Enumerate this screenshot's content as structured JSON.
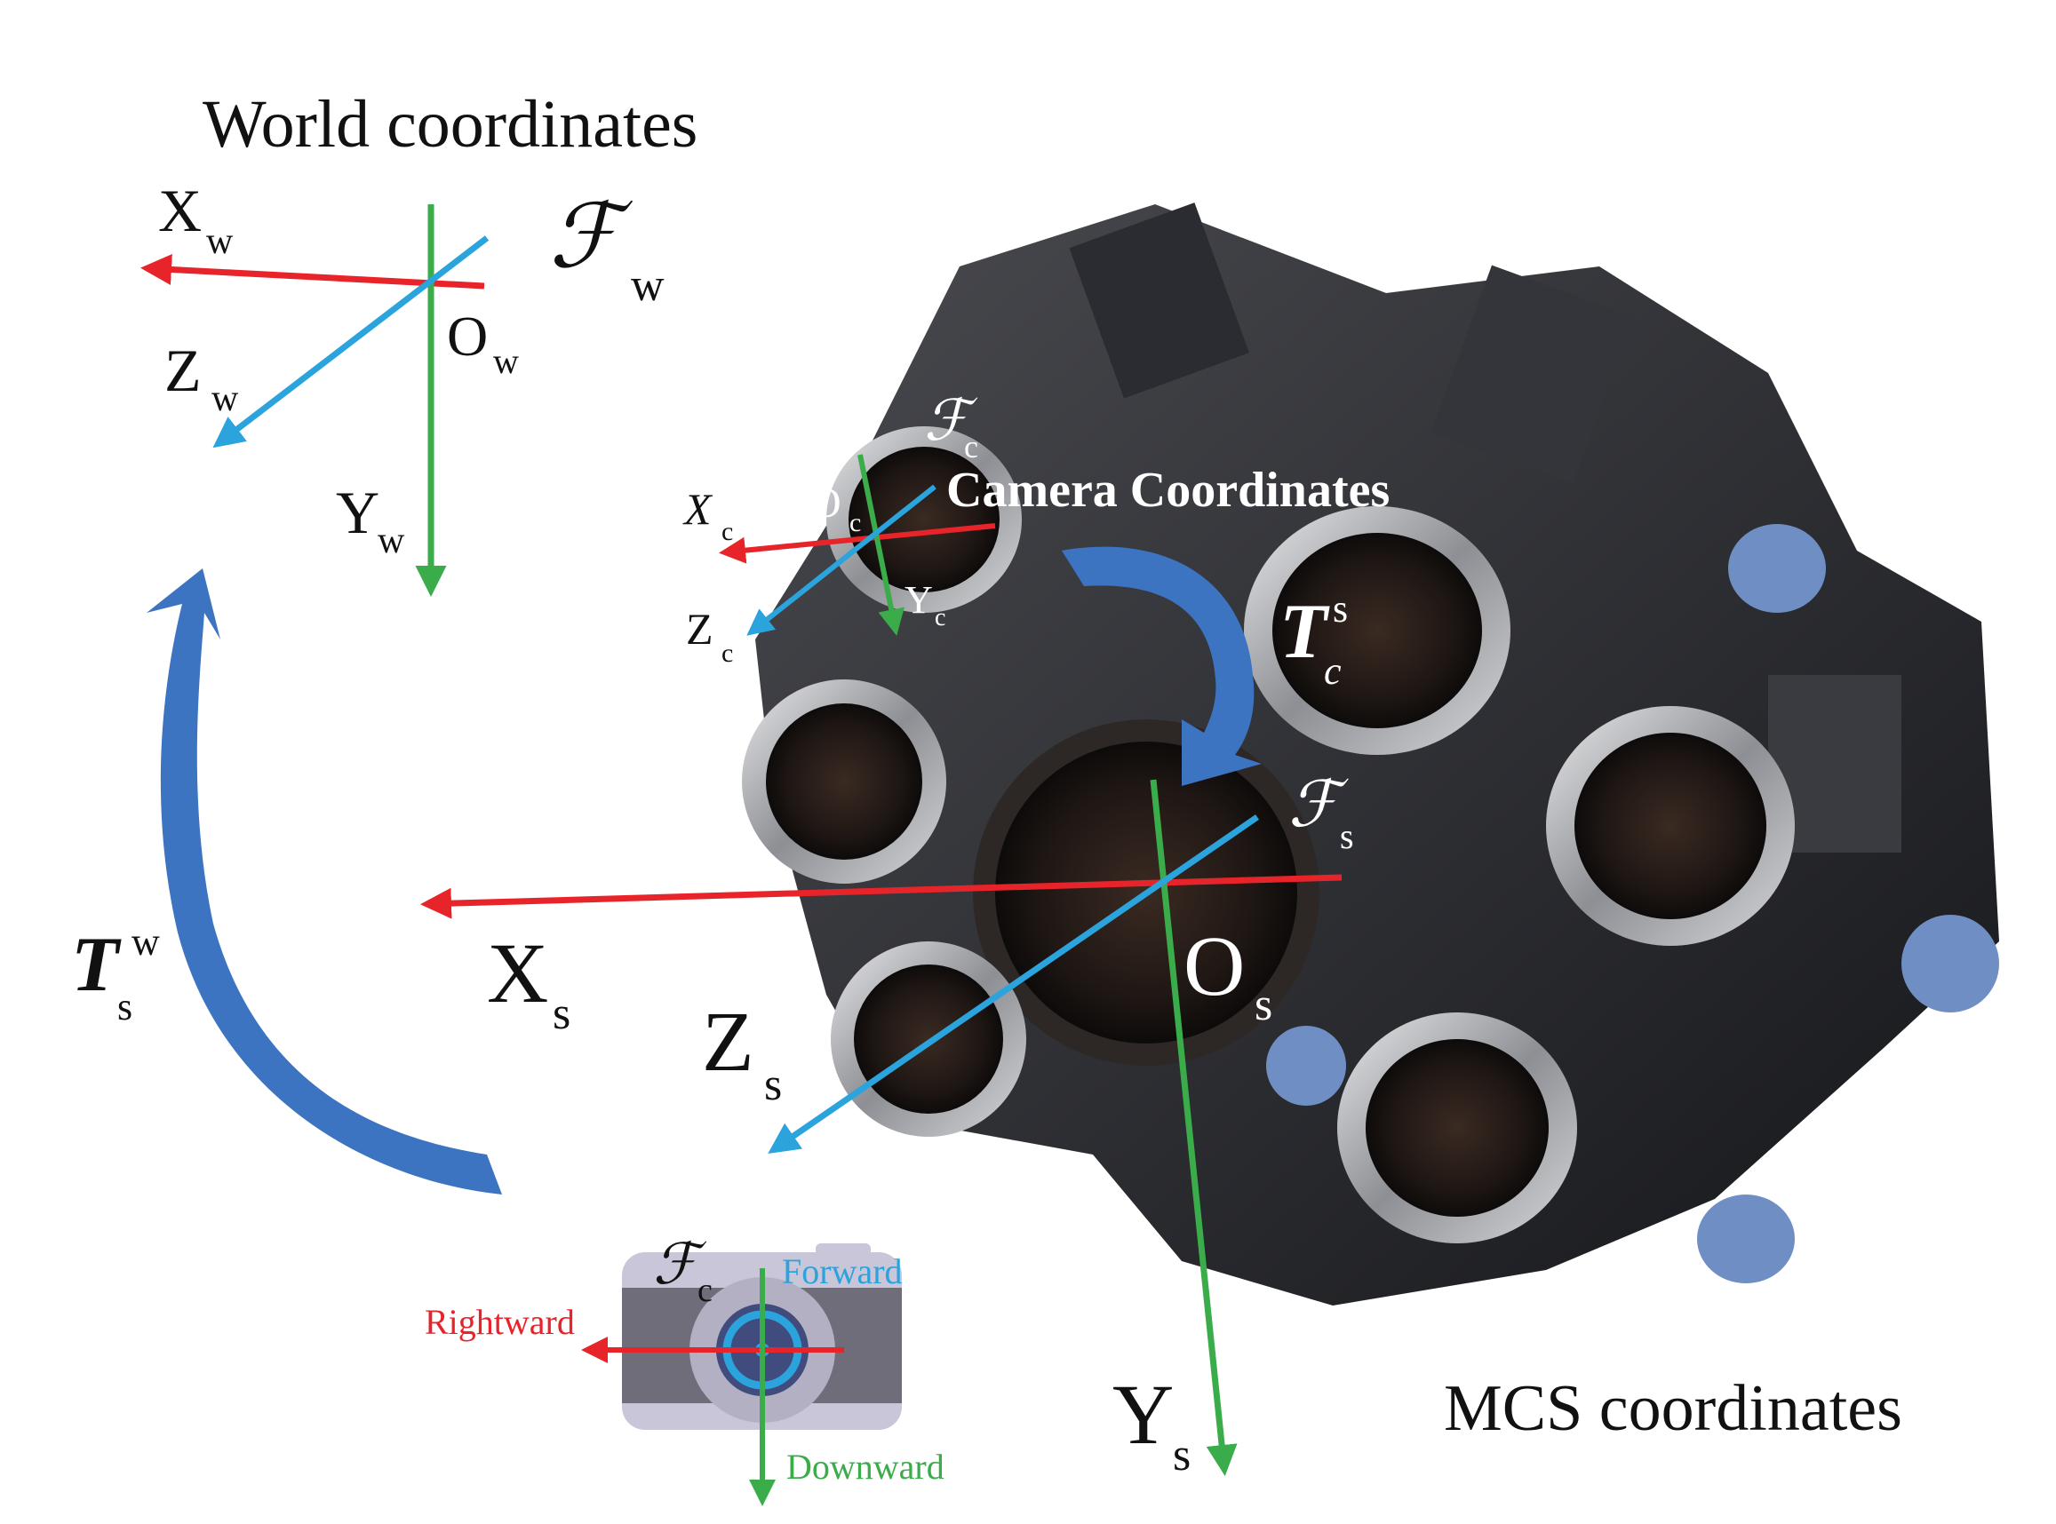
{
  "world": {
    "title": "World coordinates",
    "frame": "ℱ",
    "frame_sub": "w",
    "x_axis": "X",
    "x_sub": "w",
    "y_axis": "Y",
    "y_sub": "w",
    "z_axis": "Z",
    "z_sub": "w",
    "origin": "O",
    "origin_sub": "w"
  },
  "camera": {
    "title": "Camera Coordinates",
    "frame": "ℱ",
    "frame_sub": "c",
    "x_axis": "X",
    "x_sub": "c",
    "y_axis": "Y",
    "y_sub": "c",
    "z_axis": "Z",
    "z_sub": "c",
    "origin": "O",
    "origin_sub": "c"
  },
  "mcs": {
    "title": "MCS coordinates",
    "frame": "ℱ",
    "frame_sub": "s",
    "x_axis": "X",
    "x_sub": "s",
    "y_axis": "Y",
    "y_sub": "s",
    "z_axis": "Z",
    "z_sub": "s",
    "origin": "O",
    "origin_sub": "s"
  },
  "transforms": {
    "t_cs": {
      "main": "T",
      "sub": "c",
      "sup": "s"
    },
    "t_sw": {
      "main": "T",
      "sub": "s",
      "sup": "w"
    }
  },
  "camera_icon": {
    "frame": "ℱ",
    "frame_sub": "c",
    "forward": "Forward",
    "rightward": "Rightward",
    "downward": "Downward"
  },
  "colors": {
    "x_axis": "#e8242b",
    "y_axis": "#3aac4a",
    "z_axis": "#2ba3dc",
    "transform_arrow": "#3d74c2",
    "camera_body": "#6f6d7a",
    "camera_top": "#c8c6d8"
  }
}
